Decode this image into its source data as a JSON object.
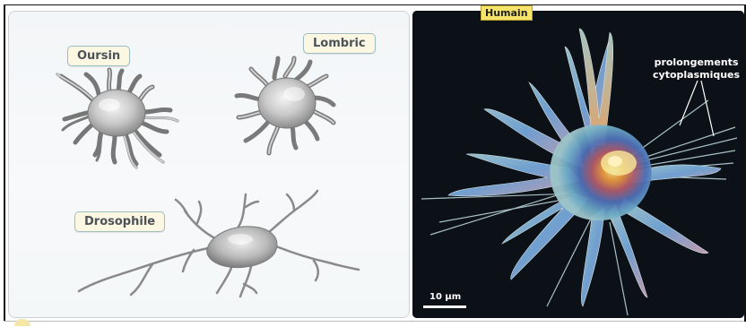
{
  "labels": {
    "oursin": "Oursin",
    "lombric": "Lombric",
    "drosophile": "Drosophile",
    "humain": "Humain"
  },
  "micrograph": {
    "annotation_line1": "prolongements",
    "annotation_line2": "cytoplasmiques",
    "scale_label": "10 µm"
  },
  "colors": {
    "label_background": "#fbf7e2",
    "label_border": "#9fbcc0",
    "humain_background": "#f6e46a",
    "micrograph_background": "#0c1118"
  },
  "icons": {
    "oursin_cell": "oursin-hemocyte-icon",
    "lombric_cell": "lombric-hemocyte-icon",
    "drosophile_cell": "drosophile-hemocyte-icon",
    "human_cell": "human-cell-micrograph"
  }
}
